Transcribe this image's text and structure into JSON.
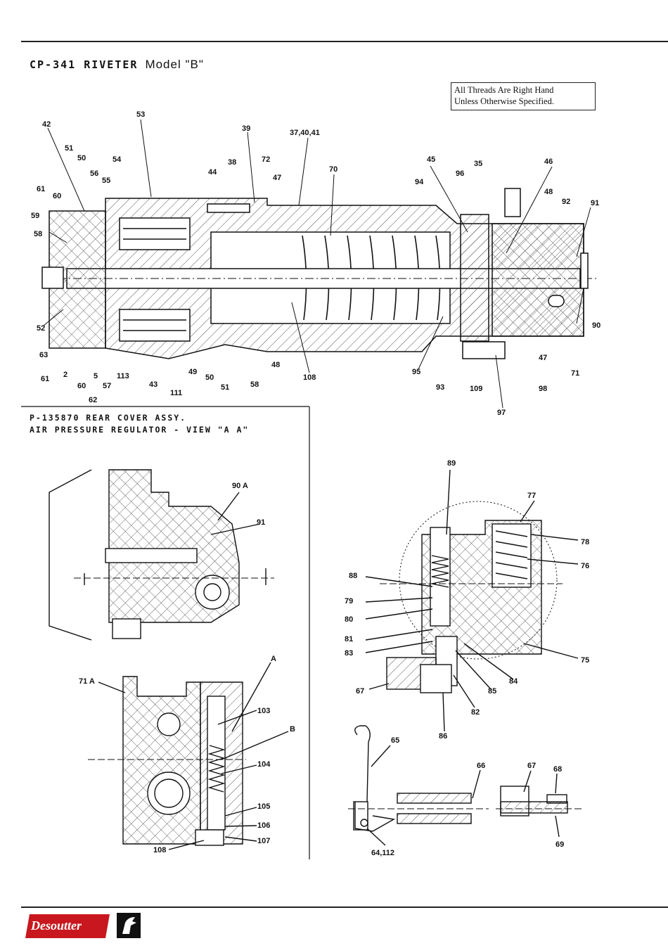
{
  "page": {
    "title": "CP-341 RIVETER",
    "model": "Model \"B\"",
    "note_line1": "All Threads Are Right Hand",
    "note_line2": "Unless Otherwise Specified.",
    "caption_line1": "P-135870 REAR COVER ASSY.",
    "caption_line2": "AIR PRESSURE REGULATOR - VIEW \"A A\"",
    "brand": "Desoutter"
  },
  "labels_main": [
    "42",
    "53",
    "39",
    "37,40,41",
    "51",
    "50",
    "54",
    "44",
    "38",
    "72",
    "47",
    "70",
    "45",
    "96",
    "35",
    "46",
    "56",
    "55",
    "61",
    "60",
    "48",
    "92",
    "91",
    "59",
    "58",
    "94",
    "52",
    "63",
    "61",
    "2",
    "60",
    "5",
    "57",
    "113",
    "43",
    "111",
    "49",
    "50",
    "51",
    "58",
    "48",
    "108",
    "95",
    "93",
    "109",
    "97",
    "98",
    "47",
    "71",
    "90",
    "62"
  ],
  "labels_view_aa": [
    "90 A",
    "91"
  ],
  "labels_71a": [
    "71 A",
    "A",
    "103",
    "B",
    "104",
    "105",
    "106",
    "107",
    "108"
  ],
  "labels_regulator": [
    "89",
    "77",
    "78",
    "76",
    "88",
    "79",
    "80",
    "81",
    "83",
    "75",
    "67",
    "85",
    "84",
    "82",
    "86"
  ],
  "labels_handle": [
    "65",
    "66",
    "67",
    "68",
    "69",
    "64,112"
  ]
}
